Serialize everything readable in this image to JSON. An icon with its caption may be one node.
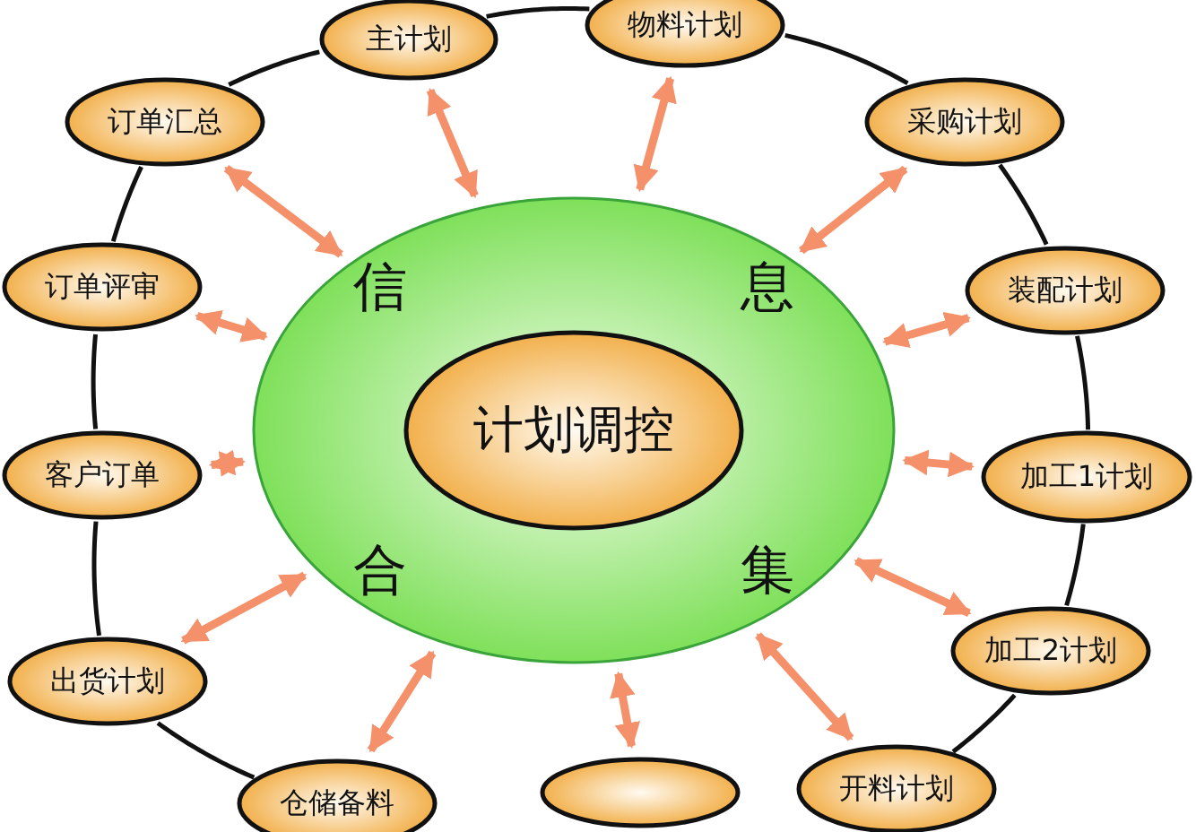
{
  "diagram": {
    "nodes": [
      {
        "text": [
          "信",
          "息",
          "合",
          "集"
        ]
      },
      {
        "text": [
          "计划调控"
        ],
        "in": 0
      },
      {
        "text": [
          "主计划"
        ]
      },
      {
        "text": [
          "物料计划"
        ]
      },
      {
        "text": [
          "采购计划"
        ]
      },
      {
        "text": [
          "装配计划"
        ]
      },
      {
        "text": [
          "加工1计划"
        ]
      },
      {
        "text": [
          "加工2计划"
        ]
      },
      {
        "text": [
          "开料计划"
        ]
      },
      {
        "text": [],
        "shape": "ellipse"
      },
      {
        "text": [
          "仓储备料"
        ]
      },
      {
        "text": [
          "出货计划"
        ]
      },
      {
        "text": [
          "客户订单"
        ]
      },
      {
        "text": [
          "订单评审"
        ]
      },
      {
        "text": [
          "订单汇总"
        ]
      }
    ],
    "edges": [
      {
        "from": 2,
        "to": 0,
        "arrow": "both"
      },
      {
        "from": 3,
        "to": 0,
        "arrow": "both"
      },
      {
        "from": 4,
        "to": 0,
        "arrow": "both"
      },
      {
        "from": 5,
        "to": 0,
        "arrow": "both"
      },
      {
        "from": 6,
        "to": 0,
        "arrow": "both"
      },
      {
        "from": 7,
        "to": 0,
        "arrow": "both"
      },
      {
        "from": 8,
        "to": 0,
        "arrow": "both"
      },
      {
        "from": 9,
        "to": 0,
        "arrow": "both"
      },
      {
        "from": 10,
        "to": 0,
        "arrow": "both"
      },
      {
        "from": 11,
        "to": 0,
        "arrow": "both"
      },
      {
        "from": 12,
        "to": 0,
        "arrow": "both"
      },
      {
        "from": 13,
        "to": 0,
        "arrow": "both"
      },
      {
        "from": 14,
        "to": 0,
        "arrow": "both"
      },
      {
        "from": 2,
        "to": 3,
        "arrow": "none",
        "color": "#111111"
      },
      {
        "from": 3,
        "to": 4,
        "arrow": "none",
        "color": "#111111"
      },
      {
        "from": 4,
        "to": 5,
        "arrow": "none",
        "color": "#111111"
      },
      {
        "from": 5,
        "to": 6,
        "arrow": "none",
        "color": "#111111"
      },
      {
        "from": 6,
        "to": 7,
        "arrow": "none",
        "color": "#111111"
      },
      {
        "from": 7,
        "to": 8,
        "arrow": "none",
        "color": "#111111"
      },
      {
        "from": 10,
        "to": 11,
        "arrow": "none",
        "color": "#111111"
      },
      {
        "from": 11,
        "to": 12,
        "arrow": "none",
        "color": "#111111"
      },
      {
        "from": 12,
        "to": 13,
        "arrow": "none",
        "color": "#111111"
      },
      {
        "from": 13,
        "to": 14,
        "arrow": "none",
        "color": "#111111"
      },
      {
        "from": 14,
        "to": 2,
        "arrow": "none",
        "color": "#111111"
      }
    ]
  }
}
